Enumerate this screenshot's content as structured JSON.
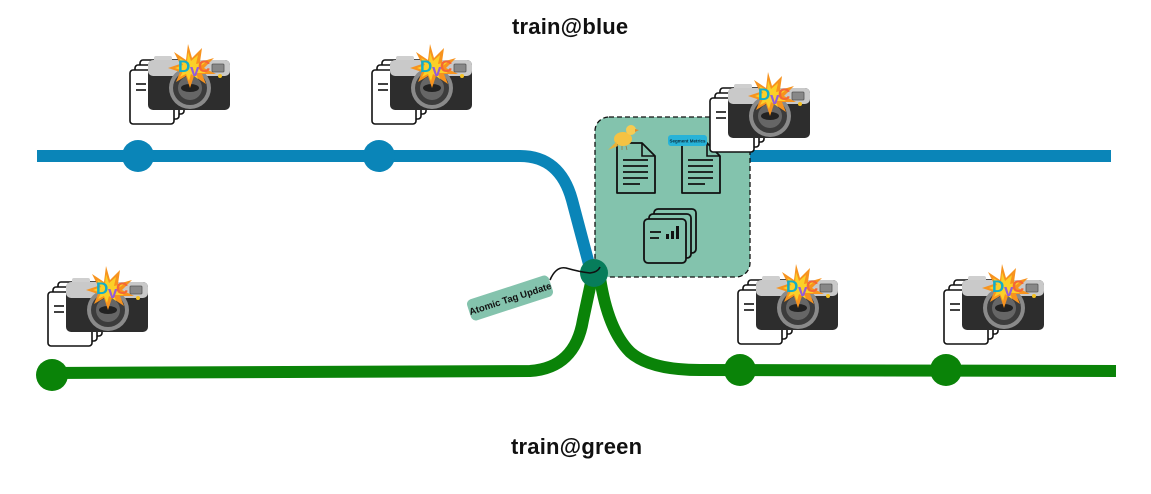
{
  "branches": {
    "blue": {
      "label": "train@blue",
      "color": "#0a85b8"
    },
    "green": {
      "label": "train@green",
      "color": "#0a8308"
    }
  },
  "junction": {
    "color": "#077d5b",
    "tag_label": "Atomic Tag Update",
    "tag_color": "#84c3ad"
  },
  "artifact_box": {
    "fill": "#83c3ad",
    "items": [
      {
        "name": "model-file",
        "icon": "document-icon",
        "decoration": "canary-bird-icon"
      },
      {
        "name": "segment-metrics-file",
        "icon": "document-icon",
        "badge": "Segment Metrics",
        "badge_color": "#27b3d8"
      },
      {
        "name": "metrics-stack",
        "icon": "stacked-metrics-icon"
      }
    ]
  },
  "commits": {
    "blue": [
      {
        "id": "blue-commit-1",
        "snapshot": true
      },
      {
        "id": "blue-commit-2",
        "snapshot": true
      },
      {
        "id": "blue-commit-3",
        "snapshot": true
      }
    ],
    "green": [
      {
        "id": "green-commit-1",
        "snapshot": true
      },
      {
        "id": "green-commit-2",
        "snapshot": true
      },
      {
        "id": "green-commit-3",
        "snapshot": true
      }
    ]
  },
  "snapshot_badge": {
    "text": "DVC"
  }
}
